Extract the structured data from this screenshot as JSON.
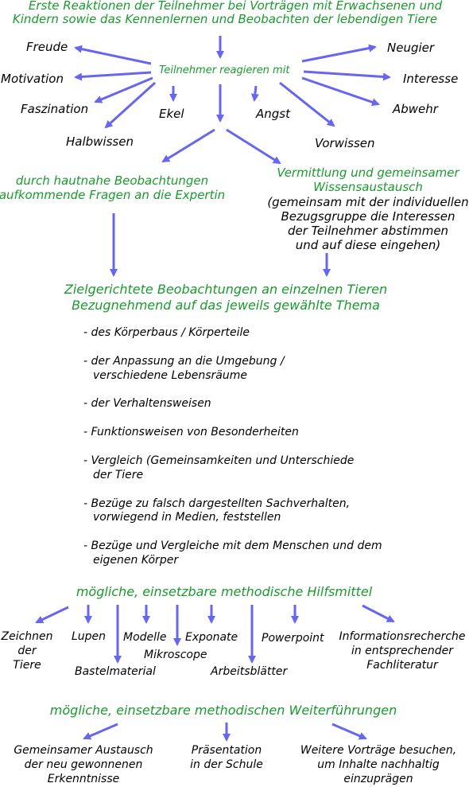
{
  "top": {
    "line1": "Erste Reaktionen der Teilnehmer bei Vorträgen mit Erwachsenen und",
    "line2": "Kindern sowie das Kennenlernen und Beobachten der lebendigen Tiere"
  },
  "center_label": "Teilnehmer reagieren mit",
  "reactions": {
    "freude": "Freude",
    "motivation": "Motivation",
    "faszination": "Faszination",
    "halbwissen": "Halbwissen",
    "ekel": "Ekel",
    "angst": "Angst",
    "vorwissen": "Vorwissen",
    "neugier": "Neugier",
    "interesse": "Interesse",
    "abwehr": "Abwehr"
  },
  "branches": {
    "left": {
      "line1": "durch hautnahe Beobachtungen",
      "line2": "aufkommende Fragen an die Expertin"
    },
    "right": {
      "line1": "Vermittlung und gemeinsamer",
      "line2": "Wissensaustausch",
      "note1": "(gemeinsam mit der individuellen",
      "note2": "Bezugsgruppe die Interessen",
      "note3": "der Teilnehmer abstimmen",
      "note4": "und auf diese eingehen)"
    }
  },
  "observation": {
    "line1": "Zielgerichtete Beobachtungen an einzelnen Tieren",
    "line2": "Bezugnehmend auf das jeweils gewählte Thema",
    "items": [
      "- des Körperbaus / Körperteile",
      "- der Anpassung an die Umgebung /",
      "verschiedene Lebensräume",
      "- der Verhaltensweisen",
      "- Funktionsweisen von Besonderheiten",
      "- Vergleich (Gemeinsamkeiten und Unterschiede",
      "der Tiere",
      "- Bezüge zu falsch dargestellten Sachverhalten,",
      "vorwiegend in Medien, feststellen",
      "- Bezüge und Vergleiche mit dem Menschen und dem",
      "eigenen Körper"
    ]
  },
  "methods": {
    "title": "mögliche, einsetzbare methodische Hilfsmittel",
    "zeichnen1": "Zeichnen",
    "zeichnen2": "der",
    "zeichnen3": "Tiere",
    "lupen": "Lupen",
    "modelle": "Modelle",
    "exponate": "Exponate",
    "powerpoint": "Powerpoint",
    "info1": "Informationsrecherche",
    "info2": "in entsprechender",
    "info3": "Fachliteratur",
    "mikroscope": "Mikroscope",
    "bastel": "Bastelmaterial",
    "arbeits": "Arbeitsblätter"
  },
  "followups": {
    "title": "mögliche, einsetzbare methodischen Weiterführungen",
    "a1": "Gemeinsamer Austausch",
    "a2": "der neu gewonnenen",
    "a3": "Erkenntnisse",
    "b1": "Präsentation",
    "b2": "in der Schule",
    "c1": "Weitere Vorträge besuchen,",
    "c2": "um Inhalte nachhaltig",
    "c3": "einzuprägen"
  },
  "colors": {
    "green": "#1a9a2e",
    "arrow": "#6666ee",
    "text": "#000000"
  }
}
